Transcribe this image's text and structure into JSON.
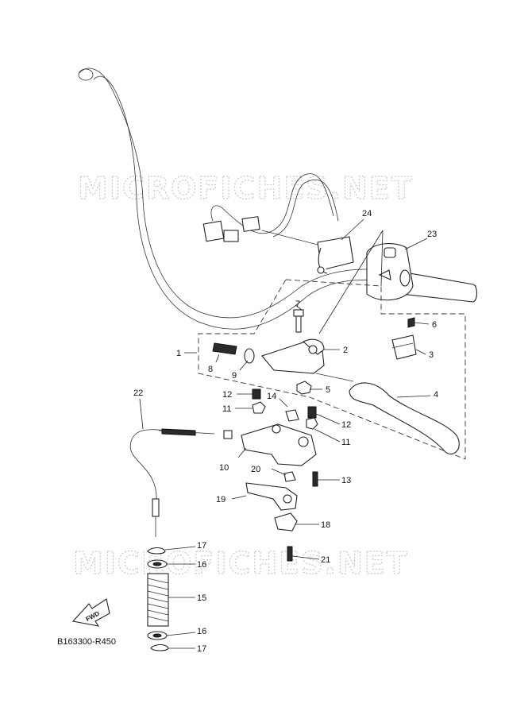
{
  "watermark": {
    "text": "MICROFICHES.NET"
  },
  "diagram_code": "B163300-R450",
  "fwd_label": "FWD",
  "callouts": [
    {
      "id": "c1",
      "num": "1"
    },
    {
      "id": "c2",
      "num": "2"
    },
    {
      "id": "c3",
      "num": "3"
    },
    {
      "id": "c4",
      "num": "4"
    },
    {
      "id": "c5",
      "num": "5"
    },
    {
      "id": "c6",
      "num": "6"
    },
    {
      "id": "c7",
      "num": "7"
    },
    {
      "id": "c8",
      "num": "8"
    },
    {
      "id": "c9",
      "num": "9"
    },
    {
      "id": "c10",
      "num": "10"
    },
    {
      "id": "c11a",
      "num": "11"
    },
    {
      "id": "c11b",
      "num": "11"
    },
    {
      "id": "c12a",
      "num": "12"
    },
    {
      "id": "c12b",
      "num": "12"
    },
    {
      "id": "c13",
      "num": "13"
    },
    {
      "id": "c14",
      "num": "14"
    },
    {
      "id": "c15",
      "num": "15"
    },
    {
      "id": "c16a",
      "num": "16"
    },
    {
      "id": "c16b",
      "num": "16"
    },
    {
      "id": "c17a",
      "num": "17"
    },
    {
      "id": "c17b",
      "num": "17"
    },
    {
      "id": "c18",
      "num": "18"
    },
    {
      "id": "c19",
      "num": "19"
    },
    {
      "id": "c20",
      "num": "20"
    },
    {
      "id": "c21",
      "num": "21"
    },
    {
      "id": "c22",
      "num": "22"
    },
    {
      "id": "c23",
      "num": "23"
    },
    {
      "id": "c24",
      "num": "24"
    }
  ]
}
